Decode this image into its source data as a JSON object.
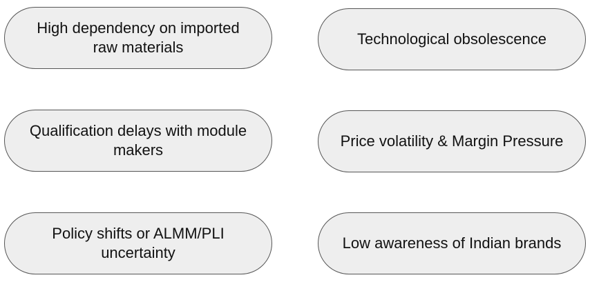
{
  "items": [
    "High dependency on imported raw materials",
    "Technological obsolescence",
    "Qualification delays with module makers",
    "Price volatility & Margin Pressure",
    "Policy shifts or ALMM/PLI uncertainty",
    "Low awareness of Indian brands"
  ]
}
